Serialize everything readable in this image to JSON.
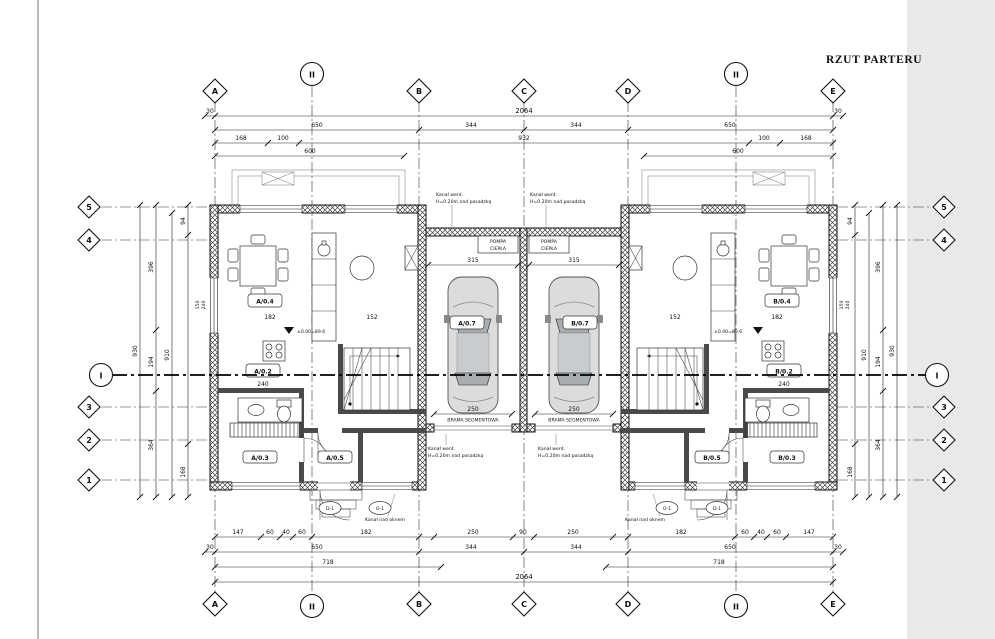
{
  "title": "RZUT PARTERU",
  "grid": {
    "cols": [
      "A",
      "B",
      "C",
      "D",
      "E"
    ],
    "rows": [
      "5",
      "4",
      "3",
      "2",
      "1"
    ],
    "section_col": "II",
    "section_row": "I"
  },
  "dims": {
    "total": "2064",
    "edge": "30",
    "top2": [
      "650",
      "344",
      "344",
      "650"
    ],
    "top3": [
      "168",
      "100",
      "932",
      "100",
      "168"
    ],
    "top4": [
      "600",
      "600"
    ],
    "bot1_left": [
      "147",
      "60",
      "40",
      "60",
      "182"
    ],
    "bot1_center": [
      "250",
      "90",
      "250"
    ],
    "bot1_right": [
      "182",
      "60",
      "40",
      "60",
      "147"
    ],
    "bot3": [
      "718",
      "718"
    ],
    "left_chain": {
      "total": "930",
      "inner": "910",
      "segs": [
        "396",
        "194",
        "364"
      ],
      "near": [
        "94",
        "168"
      ]
    },
    "right_chain": {
      "total": "930",
      "inner": "910",
      "segs": [
        "396",
        "194",
        "364"
      ],
      "near": [
        "94",
        "168"
      ]
    },
    "window_tag": [
      "150",
      "240"
    ],
    "garage_width": "315",
    "garage_door": "250",
    "room_dims": [
      "182",
      "152"
    ],
    "lintel": "240"
  },
  "rooms": {
    "a04": "A/0.4",
    "a02": "A/0.2",
    "a03": "A/0.3",
    "a05": "A/0.5",
    "a07": "A/0.7",
    "b04": "B/0.4",
    "b02": "B/0.2",
    "b03": "B/0.3",
    "b05": "B/0.5",
    "b07": "B/0.7"
  },
  "annotations": {
    "duct_line1": "Kanał went.",
    "duct_line2": "H=0.20m nad posadzką",
    "heat_pump_line1": "POMPA",
    "heat_pump_line2": "CIEPŁA",
    "garage_door_label": "BRAMA SEGMENTOWA",
    "level_mark": "±0.00=89.6",
    "window_duct": "Kanał nad oknem",
    "door_tag": "D-1",
    "window_tag": "O-1"
  }
}
